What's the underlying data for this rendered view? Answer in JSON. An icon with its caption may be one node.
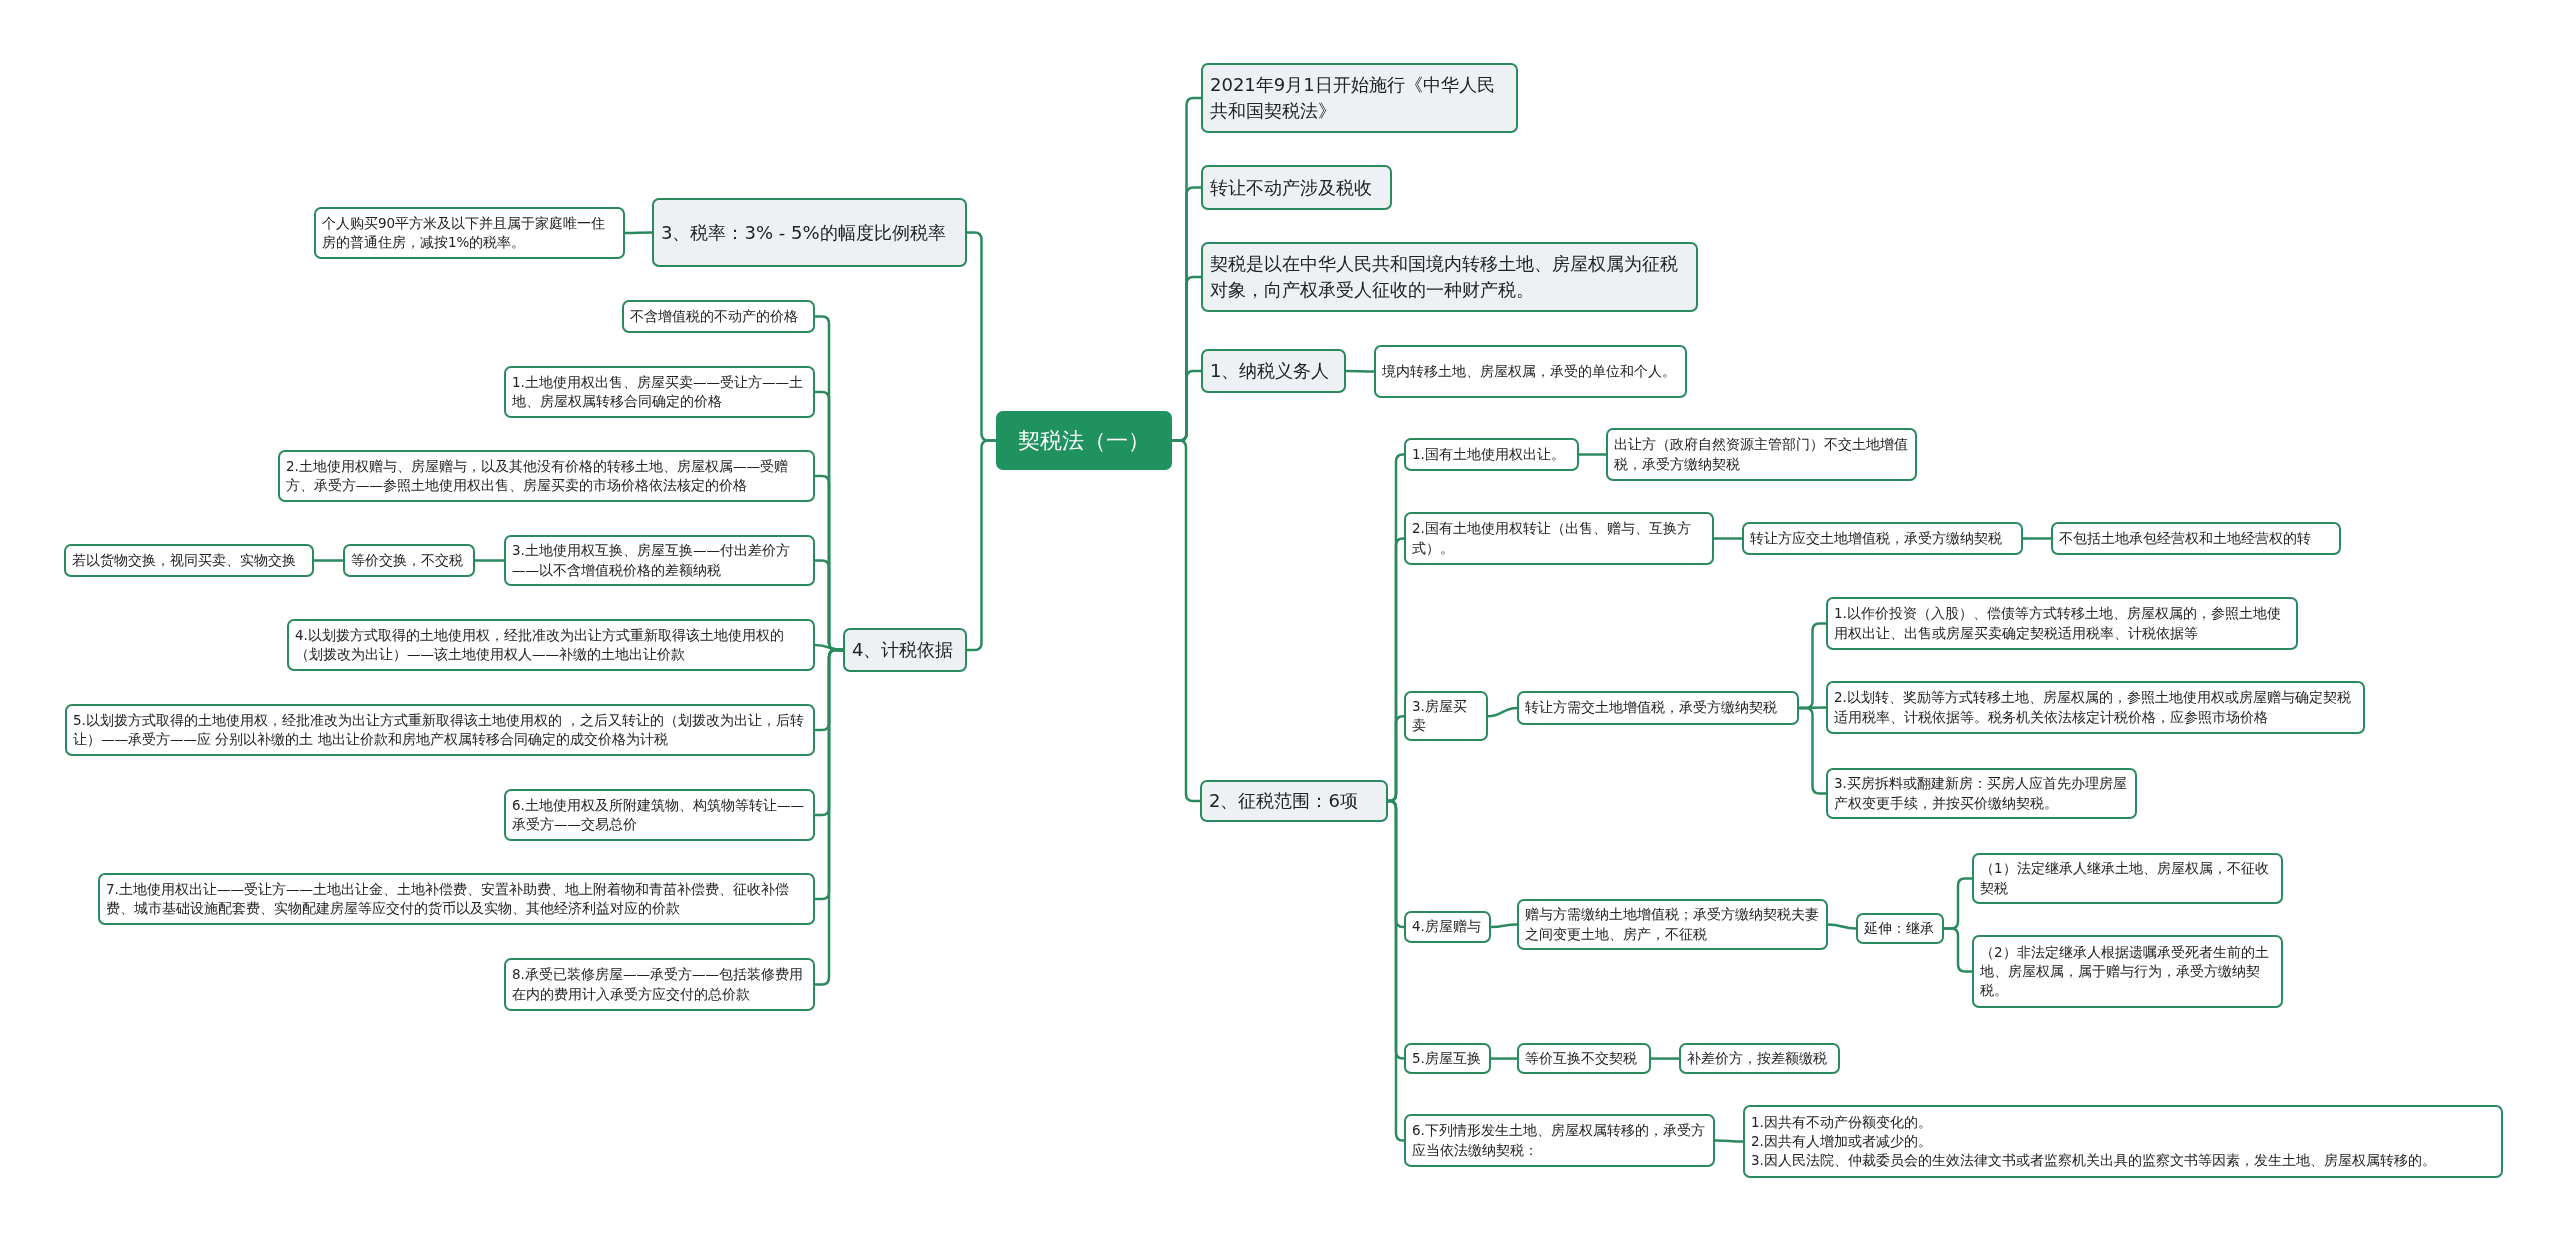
{
  "diagram": {
    "nodes": [
      {
        "text": [
          "契税法（一）"
        ]
      },
      {
        "text": [
          "2021年9月1日开始施行《中华人民共和国契税法》"
        ]
      },
      {
        "text": [
          "转让不动产涉及税收"
        ]
      },
      {
        "text": [
          "契税是以在中华人民共和国境内转移土地、房屋权属为征税对象，向产权承受人征收的一种财产税。"
        ]
      },
      {
        "text": [
          "1、纳税义务人"
        ]
      },
      {
        "text": [
          "境内转移土地、房屋权属，承受的单位和个人。"
        ]
      },
      {
        "text": [
          "2、征税范围：6项"
        ]
      },
      {
        "text": [
          "1.国有土地使用权出让。"
        ]
      },
      {
        "text": [
          "出让方（政府自然资源主管部门）不交土地增值税，承受方缴纳契税"
        ]
      },
      {
        "text": [
          "2.国有土地使用权转让（出售、赠与、互换方式）。"
        ]
      },
      {
        "text": [
          "转让方应交土地增值税，承受方缴纳契税"
        ]
      },
      {
        "text": [
          "不包括土地承包经营权和土地经营权的转"
        ]
      },
      {
        "text": [
          "3.房屋买卖"
        ]
      },
      {
        "text": [
          "转让方需交土地增值税，承受方缴纳契税"
        ]
      },
      {
        "text": [
          "1.以作价投资（入股）、偿债等方式转移土地、房屋权属的，参照土地使用权出让、出售或房屋买卖确定契税适用税率、计税依据等"
        ]
      },
      {
        "text": [
          "2.以划转、奖励等方式转移土地、房屋权属的，参照土地使用权或房屋赠与确定契税适用税率、计税依据等。税务机关依法核定计税价格，应参照市场价格"
        ]
      },
      {
        "text": [
          "3.买房拆料或翻建新房：买房人应首先办理房屋产权变更手续，并按买价缴纳契税。"
        ]
      },
      {
        "text": [
          "4.房屋赠与"
        ]
      },
      {
        "text": [
          "赠与方需缴纳土地增值税；承受方缴纳契税夫妻之间变更土地、房产，不征税"
        ]
      },
      {
        "text": [
          "延伸：继承"
        ]
      },
      {
        "text": [
          "（1）法定继承人继承土地、房屋权属，不征收契税"
        ]
      },
      {
        "text": [
          "（2）非法定继承人根据遗嘱承受死者生前的土地、房屋权属，属于赠与行为，承受方缴纳契税。"
        ]
      },
      {
        "text": [
          "5.房屋互换"
        ]
      },
      {
        "text": [
          "等价互换不交契税"
        ]
      },
      {
        "text": [
          "补差价方，按差额缴税"
        ]
      },
      {
        "text": [
          "6.下列情形发生土地、房屋权属转移的，承受方应当依法缴纳契税："
        ]
      },
      {
        "text": [
          "1.因共有不动产份额变化的。",
          "2.因共有人增加或者减少的。",
          "3.因人民法院、仲裁委员会的生效法律文书或者监察机关出具的监察文书等因素，发生土地、房屋权属转移的。"
        ]
      },
      {
        "text": [
          "3、税率：3% - 5%的幅度比例税率"
        ]
      },
      {
        "text": [
          "个人购买90平方米及以下并且属于家庭唯一住房的普通住房，减按1%的税率。"
        ]
      },
      {
        "text": [
          "4、计税依据"
        ]
      },
      {
        "text": [
          "不含增值税的不动产的价格"
        ]
      },
      {
        "text": [
          "1.土地使用权出售、房屋买卖——受让方——土地、房屋权属转移合同确定的价格"
        ]
      },
      {
        "text": [
          "2.土地使用权赠与、房屋赠与，以及其他没有价格的转移土地、房屋权属——受赠方、承受方——参照土地使用权出售、房屋买卖的市场价格依法核定的价格"
        ]
      },
      {
        "text": [
          "3.土地使用权互换、房屋互换——付出差价方——以不含增值税价格的差额纳税"
        ]
      },
      {
        "text": [
          "等价交换，不交税"
        ]
      },
      {
        "text": [
          "若以货物交换，视同买卖、实物交换"
        ]
      },
      {
        "text": [
          "4.以划拨方式取得的土地使用权，经批准改为出让方式重新取得该土地使用权的（划拨改为出让）——该土地使用权人——补缴的土地出让价款"
        ]
      },
      {
        "text": [
          "5.以划拨方式取得的土地使用权，经批准改为出让方式重新取得该土地使用权的 ，之后又转让的（划拨改为出让，后转让）——承受方——应 分别以补缴的土 地出让价款和房地产权属转移合同确定的成交价格为计税"
        ]
      },
      {
        "text": [
          "6.土地使用权及所附建筑物、构筑物等转让——承受方——交易总价"
        ]
      },
      {
        "text": [
          "7.土地使用权出让——受让方——土地出让金、土地补偿费、安置补助费、地上附着物和青苗补偿费、征收补偿费、城市基础设施配套费、实物配建房屋等应交付的货币以及实物、其他经济利益对应的价款"
        ]
      },
      {
        "text": [
          "8.承受已装修房屋——承受方——包括装修费用在内的费用计入承受方应交付的总价款"
        ]
      }
    ],
    "edges": [
      {
        "from": 0,
        "to": 1,
        "arrow": "none"
      },
      {
        "from": 0,
        "to": 2,
        "arrow": "none"
      },
      {
        "from": 0,
        "to": 3,
        "arrow": "none"
      },
      {
        "from": 0,
        "to": 4,
        "arrow": "none"
      },
      {
        "from": 4,
        "to": 5,
        "arrow": "none"
      },
      {
        "from": 0,
        "to": 6,
        "arrow": "none"
      },
      {
        "from": 6,
        "to": 7,
        "arrow": "none"
      },
      {
        "from": 7,
        "to": 8,
        "arrow": "none"
      },
      {
        "from": 6,
        "to": 9,
        "arrow": "none"
      },
      {
        "from": 9,
        "to": 10,
        "arrow": "none"
      },
      {
        "from": 10,
        "to": 11,
        "arrow": "none"
      },
      {
        "from": 6,
        "to": 12,
        "arrow": "none"
      },
      {
        "from": 12,
        "to": 13,
        "arrow": "none"
      },
      {
        "from": 13,
        "to": 14,
        "arrow": "none"
      },
      {
        "from": 13,
        "to": 15,
        "arrow": "none"
      },
      {
        "from": 13,
        "to": 16,
        "arrow": "none"
      },
      {
        "from": 6,
        "to": 17,
        "arrow": "none"
      },
      {
        "from": 17,
        "to": 18,
        "arrow": "none"
      },
      {
        "from": 18,
        "to": 19,
        "arrow": "none"
      },
      {
        "from": 19,
        "to": 20,
        "arrow": "none"
      },
      {
        "from": 19,
        "to": 21,
        "arrow": "none"
      },
      {
        "from": 6,
        "to": 22,
        "arrow": "none"
      },
      {
        "from": 22,
        "to": 23,
        "arrow": "none"
      },
      {
        "from": 23,
        "to": 24,
        "arrow": "none"
      },
      {
        "from": 6,
        "to": 25,
        "arrow": "none"
      },
      {
        "from": 25,
        "to": 26,
        "arrow": "none"
      },
      {
        "from": 0,
        "to": 27,
        "arrow": "none"
      },
      {
        "from": 27,
        "to": 28,
        "arrow": "none"
      },
      {
        "from": 0,
        "to": 29,
        "arrow": "none"
      },
      {
        "from": 29,
        "to": 30,
        "arrow": "none"
      },
      {
        "from": 29,
        "to": 31,
        "arrow": "none"
      },
      {
        "from": 29,
        "to": 32,
        "arrow": "none"
      },
      {
        "from": 29,
        "to": 33,
        "arrow": "none"
      },
      {
        "from": 33,
        "to": 34,
        "arrow": "none"
      },
      {
        "from": 34,
        "to": 35,
        "arrow": "none"
      },
      {
        "from": 29,
        "to": 36,
        "arrow": "none"
      },
      {
        "from": 29,
        "to": 37,
        "arrow": "none"
      },
      {
        "from": 29,
        "to": 38,
        "arrow": "none"
      },
      {
        "from": 29,
        "to": 39,
        "arrow": "none"
      },
      {
        "from": 29,
        "to": 40,
        "arrow": "none"
      }
    ]
  }
}
